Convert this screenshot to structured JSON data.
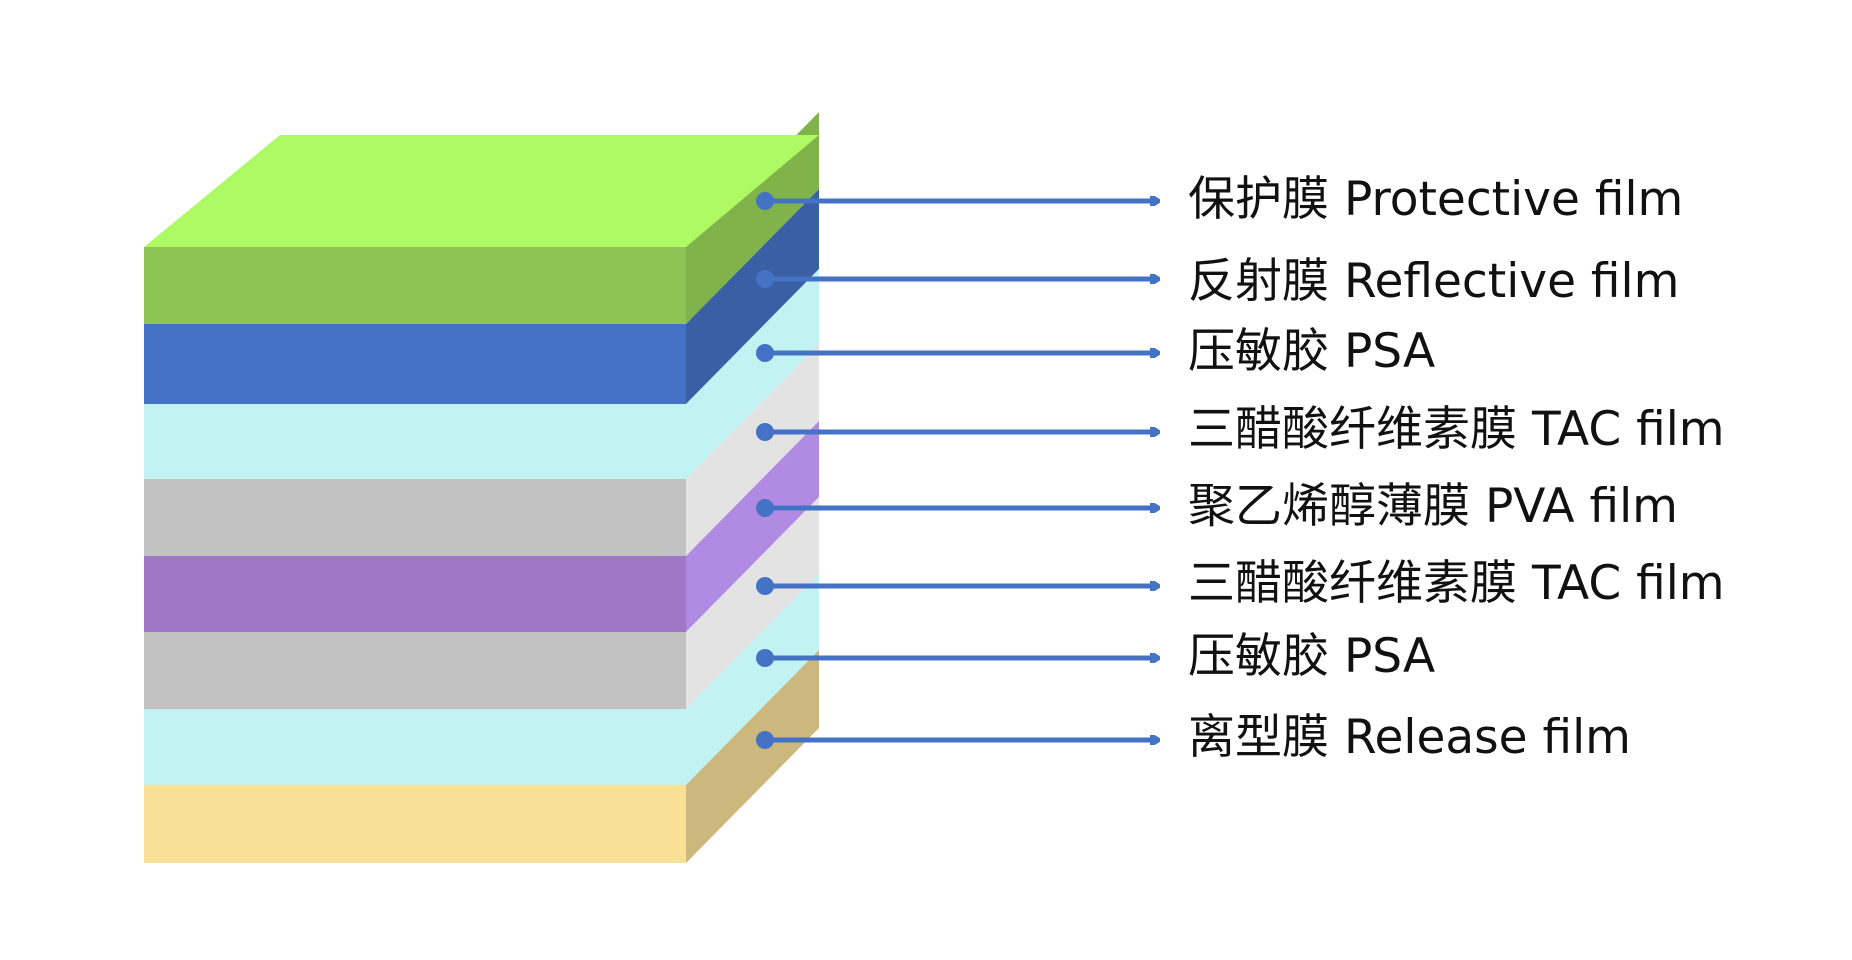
{
  "colors": {
    "arrow": "#4472C4",
    "background": "#FFFFFF",
    "label_text": "#111111"
  },
  "layers": [
    {
      "label": "保护膜 Protective film",
      "face": "#8DC453",
      "side": "#80B44A",
      "top": "#ADFA64"
    },
    {
      "label": "反射膜 Reflective film",
      "face": "#4472C4",
      "side": "#3A5FA5"
    },
    {
      "label": "压敏胶 PSA",
      "face": "#C2F2F2",
      "side": "#C2F2F2"
    },
    {
      "label": "三醋酸纤维素膜 TAC film",
      "face": "#C2C2C2",
      "side": "#E3E3E3"
    },
    {
      "label": "聚乙烯醇薄膜 PVA film",
      "face": "#9E78C4",
      "side": "#B08AE3"
    },
    {
      "label": "三醋酸纤维素膜 TAC film",
      "face": "#C2C2C2",
      "side": "#E3E3E3"
    },
    {
      "label": "压敏胶 PSA",
      "face": "#C2F2F2",
      "side": "#C2F2F2"
    },
    {
      "label": "离型膜 Release film",
      "face": "#F8E196",
      "side": "#CCB87C"
    }
  ]
}
